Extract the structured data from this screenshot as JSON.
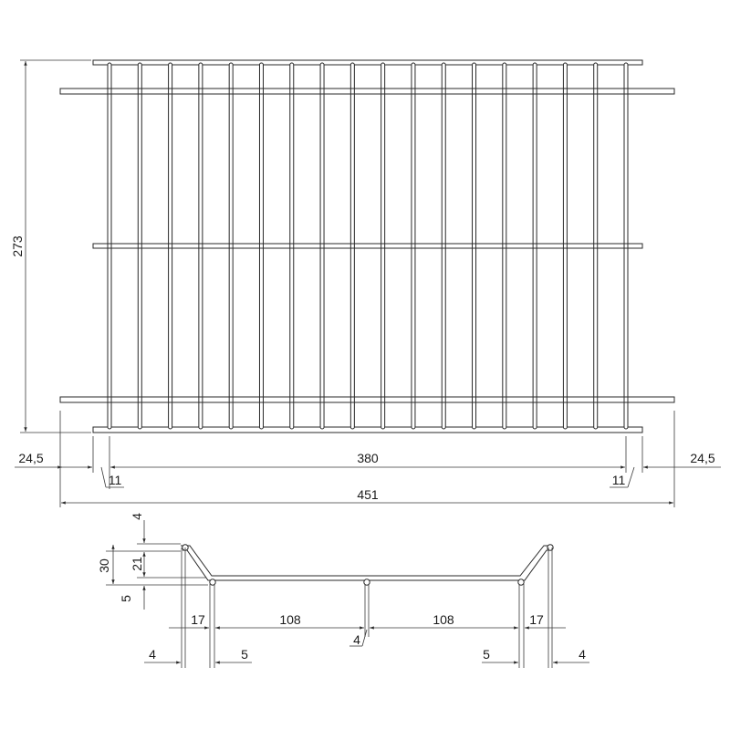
{
  "top_view": {
    "height_label": "273",
    "left_overhang_label": "24,5",
    "right_overhang_label": "24,5",
    "inner_width_label": "380",
    "left_offset_label": "11",
    "right_offset_label": "11",
    "total_width_label": "451",
    "vertical_rod_count": 18
  },
  "side_view": {
    "top_gap_label": "4",
    "total_height_label": "30",
    "inner_height_label": "21",
    "bottom_gap_label": "5",
    "left_slope_label": "17",
    "left_span_label": "108",
    "right_span_label": "108",
    "right_slope_label": "17",
    "center_wire_label": "4",
    "left_outer_wire_label": "4",
    "left_inner_label": "5",
    "right_inner_label": "5",
    "right_outer_wire_label": "4"
  }
}
